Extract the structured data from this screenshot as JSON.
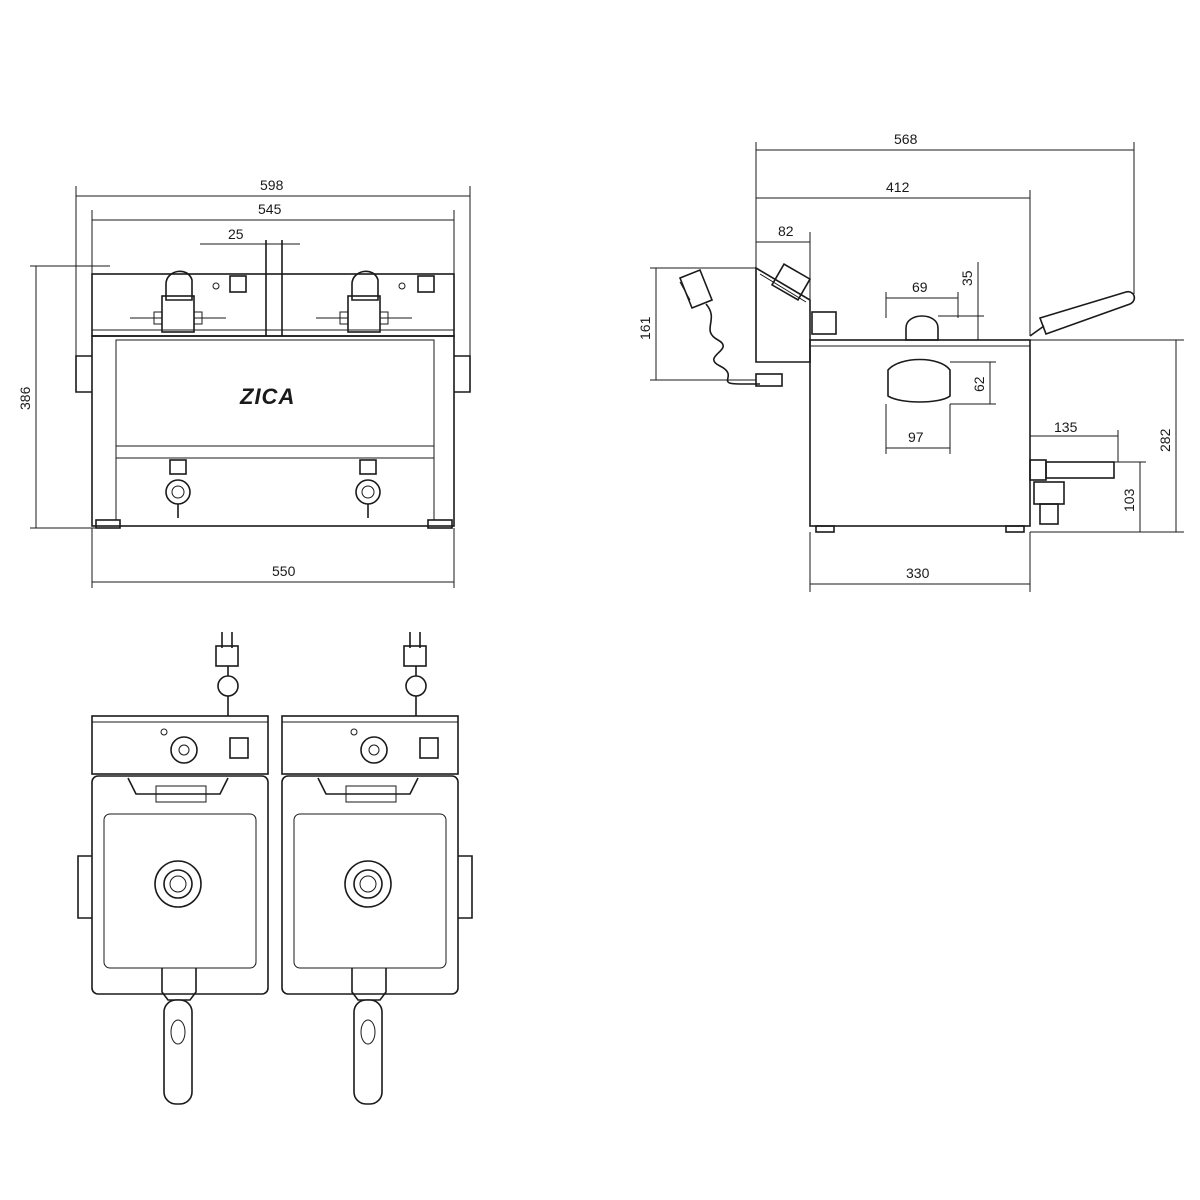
{
  "front_view": {
    "brand": "ZICA",
    "dims": {
      "overall_width": "598",
      "inner_width": "545",
      "gap": "25",
      "height": "386",
      "base_width": "550"
    }
  },
  "side_view": {
    "dims": {
      "overall_depth": "568",
      "body_depth": "412",
      "panel_depth": "82",
      "panel_height": "161",
      "knob_width": "69",
      "knob_height": "35",
      "handle_height": "62",
      "handle_width": "97",
      "tap_reach": "135",
      "body_height": "282",
      "tap_height": "103",
      "base_depth": "330"
    }
  },
  "top_view": {}
}
